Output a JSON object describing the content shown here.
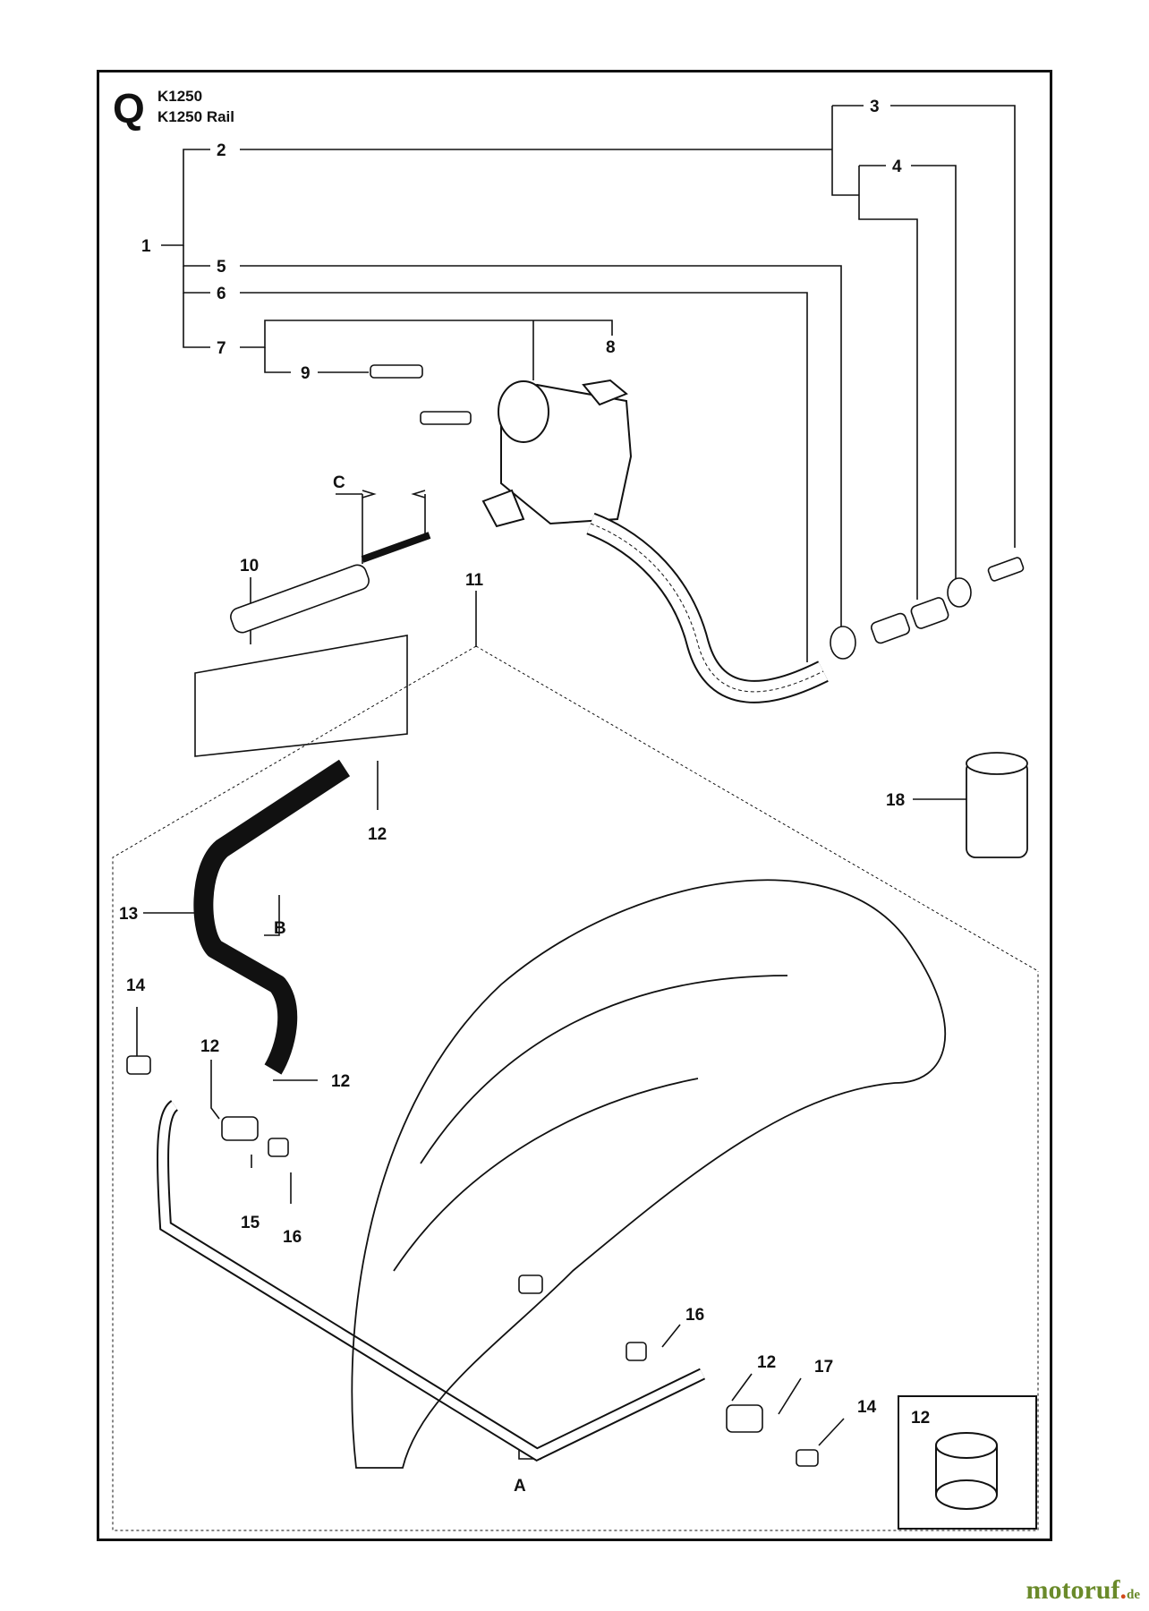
{
  "header": {
    "section_letter": "Q",
    "models": [
      "K1250",
      "K1250 Rail"
    ]
  },
  "callouts": {
    "c1": "1",
    "c2": "2",
    "c3": "3",
    "c4": "4",
    "c5": "5",
    "c6": "6",
    "c7": "7",
    "c8": "8",
    "c9": "9",
    "c10": "10",
    "c11": "11",
    "c12a": "12",
    "c12b": "12",
    "c12c": "12",
    "c12d": "12",
    "c12e": "12",
    "c13": "13",
    "c14a": "14",
    "c14b": "14",
    "c15": "15",
    "c16a": "16",
    "c16b": "16",
    "c17": "17",
    "c18": "18"
  },
  "markers": {
    "A": "A",
    "B": "B",
    "C": "C"
  },
  "inset": {
    "label": "12"
  },
  "watermark": {
    "main": "motoruf",
    "suffix": "de"
  },
  "colors": {
    "line": "#111111",
    "watermark_green": "#6a8a2a",
    "watermark_accent": "#d24a1a"
  }
}
